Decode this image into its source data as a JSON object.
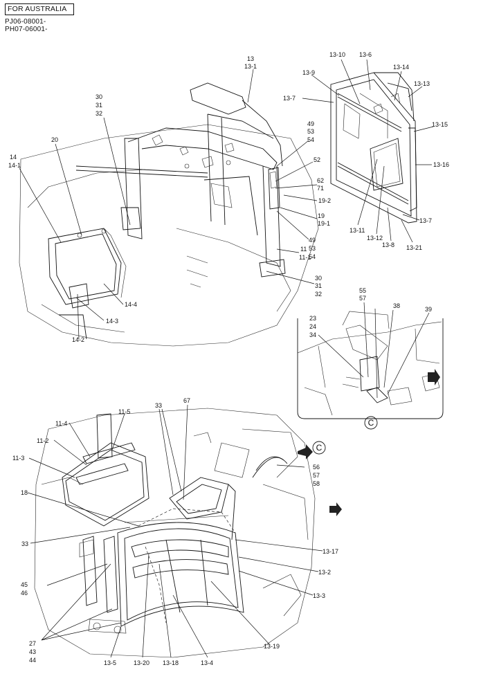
{
  "header": {
    "region": "FOR AUSTRALIA",
    "serial_1": "PJ06-08001-",
    "serial_2": "PH07-06001-"
  },
  "detail_marker": "C",
  "callouts": {
    "p13": "13",
    "p13_1": "13-1",
    "p30a": "30",
    "p31a": "31",
    "p32a": "32",
    "p20": "20",
    "p14": "14",
    "p14_1": "14-1",
    "p49a": "49",
    "p53a": "53",
    "p54a": "54",
    "p52": "52",
    "p62": "62",
    "p71": "71",
    "p19_2": "19-2",
    "p19": "19",
    "p19_1": "19-1",
    "p49b": "49",
    "p53b": "53",
    "p54b": "54",
    "p11": "11",
    "p11_1": "11-1",
    "p30b": "30",
    "p31b": "31",
    "p32b": "32",
    "p14_4": "14-4",
    "p14_3": "14-3",
    "p14_2": "14-2",
    "p13_10": "13-10",
    "p13_6": "13-6",
    "p13_14": "13-14",
    "p13_9": "13-9",
    "p13_13": "13-13",
    "p13_7a": "13-7",
    "p13_15": "13-15",
    "p13_16": "13-16",
    "p13_7b": "13-7",
    "p13_11": "13-11",
    "p13_12": "13-12",
    "p13_8": "13-8",
    "p13_21": "13-21",
    "p55": "55",
    "p57a": "57",
    "p38": "38",
    "p39": "39",
    "p23": "23",
    "p24": "24",
    "p34": "34",
    "p33a": "33",
    "p67": "67",
    "p11_5": "11-5",
    "p11_4": "11-4",
    "p11_2": "11-2",
    "p11_3": "11-3",
    "p18": "18",
    "p33b": "33",
    "p56": "56",
    "p57b": "57",
    "p58": "58",
    "p13_17": "13-17",
    "p13_2": "13-2",
    "p13_3": "13-3",
    "p45": "45",
    "p46": "46",
    "p27": "27",
    "p43": "43",
    "p44": "44",
    "p13_5": "13-5",
    "p13_20": "13-20",
    "p13_18": "13-18",
    "p13_4": "13-4",
    "p13_19": "13-19"
  }
}
